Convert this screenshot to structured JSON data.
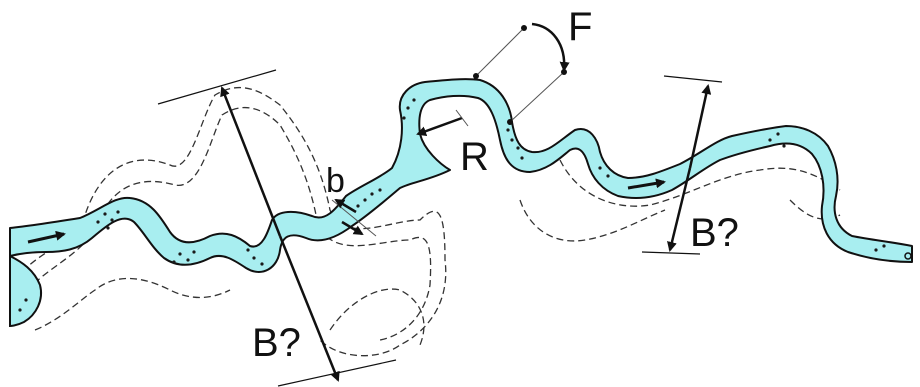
{
  "diagram": {
    "labels": {
      "force": "F",
      "radius": "R",
      "width": "b",
      "belt_left": "B?",
      "belt_right": "B?"
    },
    "colors": {
      "channel_fill": "#a8eef0",
      "stroke": "#111111",
      "dashed": "#333333",
      "sediment": "#1a1a1a"
    }
  }
}
